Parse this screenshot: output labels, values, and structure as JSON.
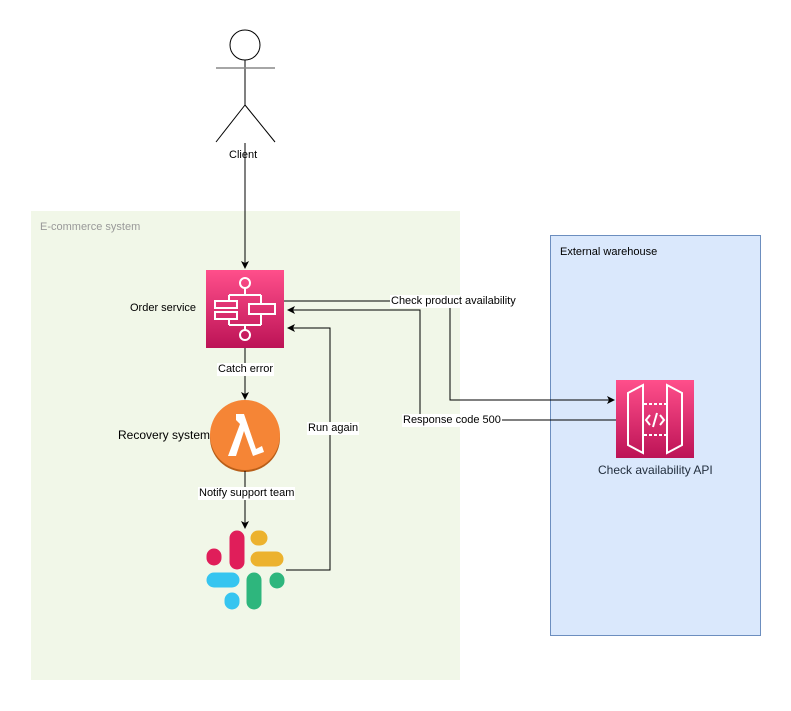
{
  "diagram": {
    "groups": {
      "ecommerce": {
        "label": "E-commerce system",
        "fill": "#f1f7e8",
        "label_color": "#999999"
      },
      "warehouse": {
        "label": "External warehouse",
        "fill": "#dae8fc",
        "stroke": "#6c8ebf",
        "label_color": "#000000"
      }
    },
    "nodes": {
      "client": {
        "label": "Client",
        "icon": "actor-icon"
      },
      "order_service": {
        "label": "Order service",
        "icon": "step-functions-icon",
        "color": "#e7157b"
      },
      "recovery_system": {
        "label": "Recovery system",
        "icon": "lambda-icon",
        "color": "#f58536"
      },
      "slack": {
        "label": "",
        "icon": "slack-icon"
      },
      "api": {
        "label": "Check availability API",
        "icon": "api-gateway-icon",
        "color": "#e7157b"
      }
    },
    "edges": {
      "client_to_order": {
        "label": ""
      },
      "catch_error": {
        "label": "Catch error"
      },
      "notify_support": {
        "label": "Notify support team"
      },
      "run_again": {
        "label": "Run again"
      },
      "check_availability": {
        "label": "Check product availability"
      },
      "response_500": {
        "label": "Response code 500"
      }
    }
  }
}
